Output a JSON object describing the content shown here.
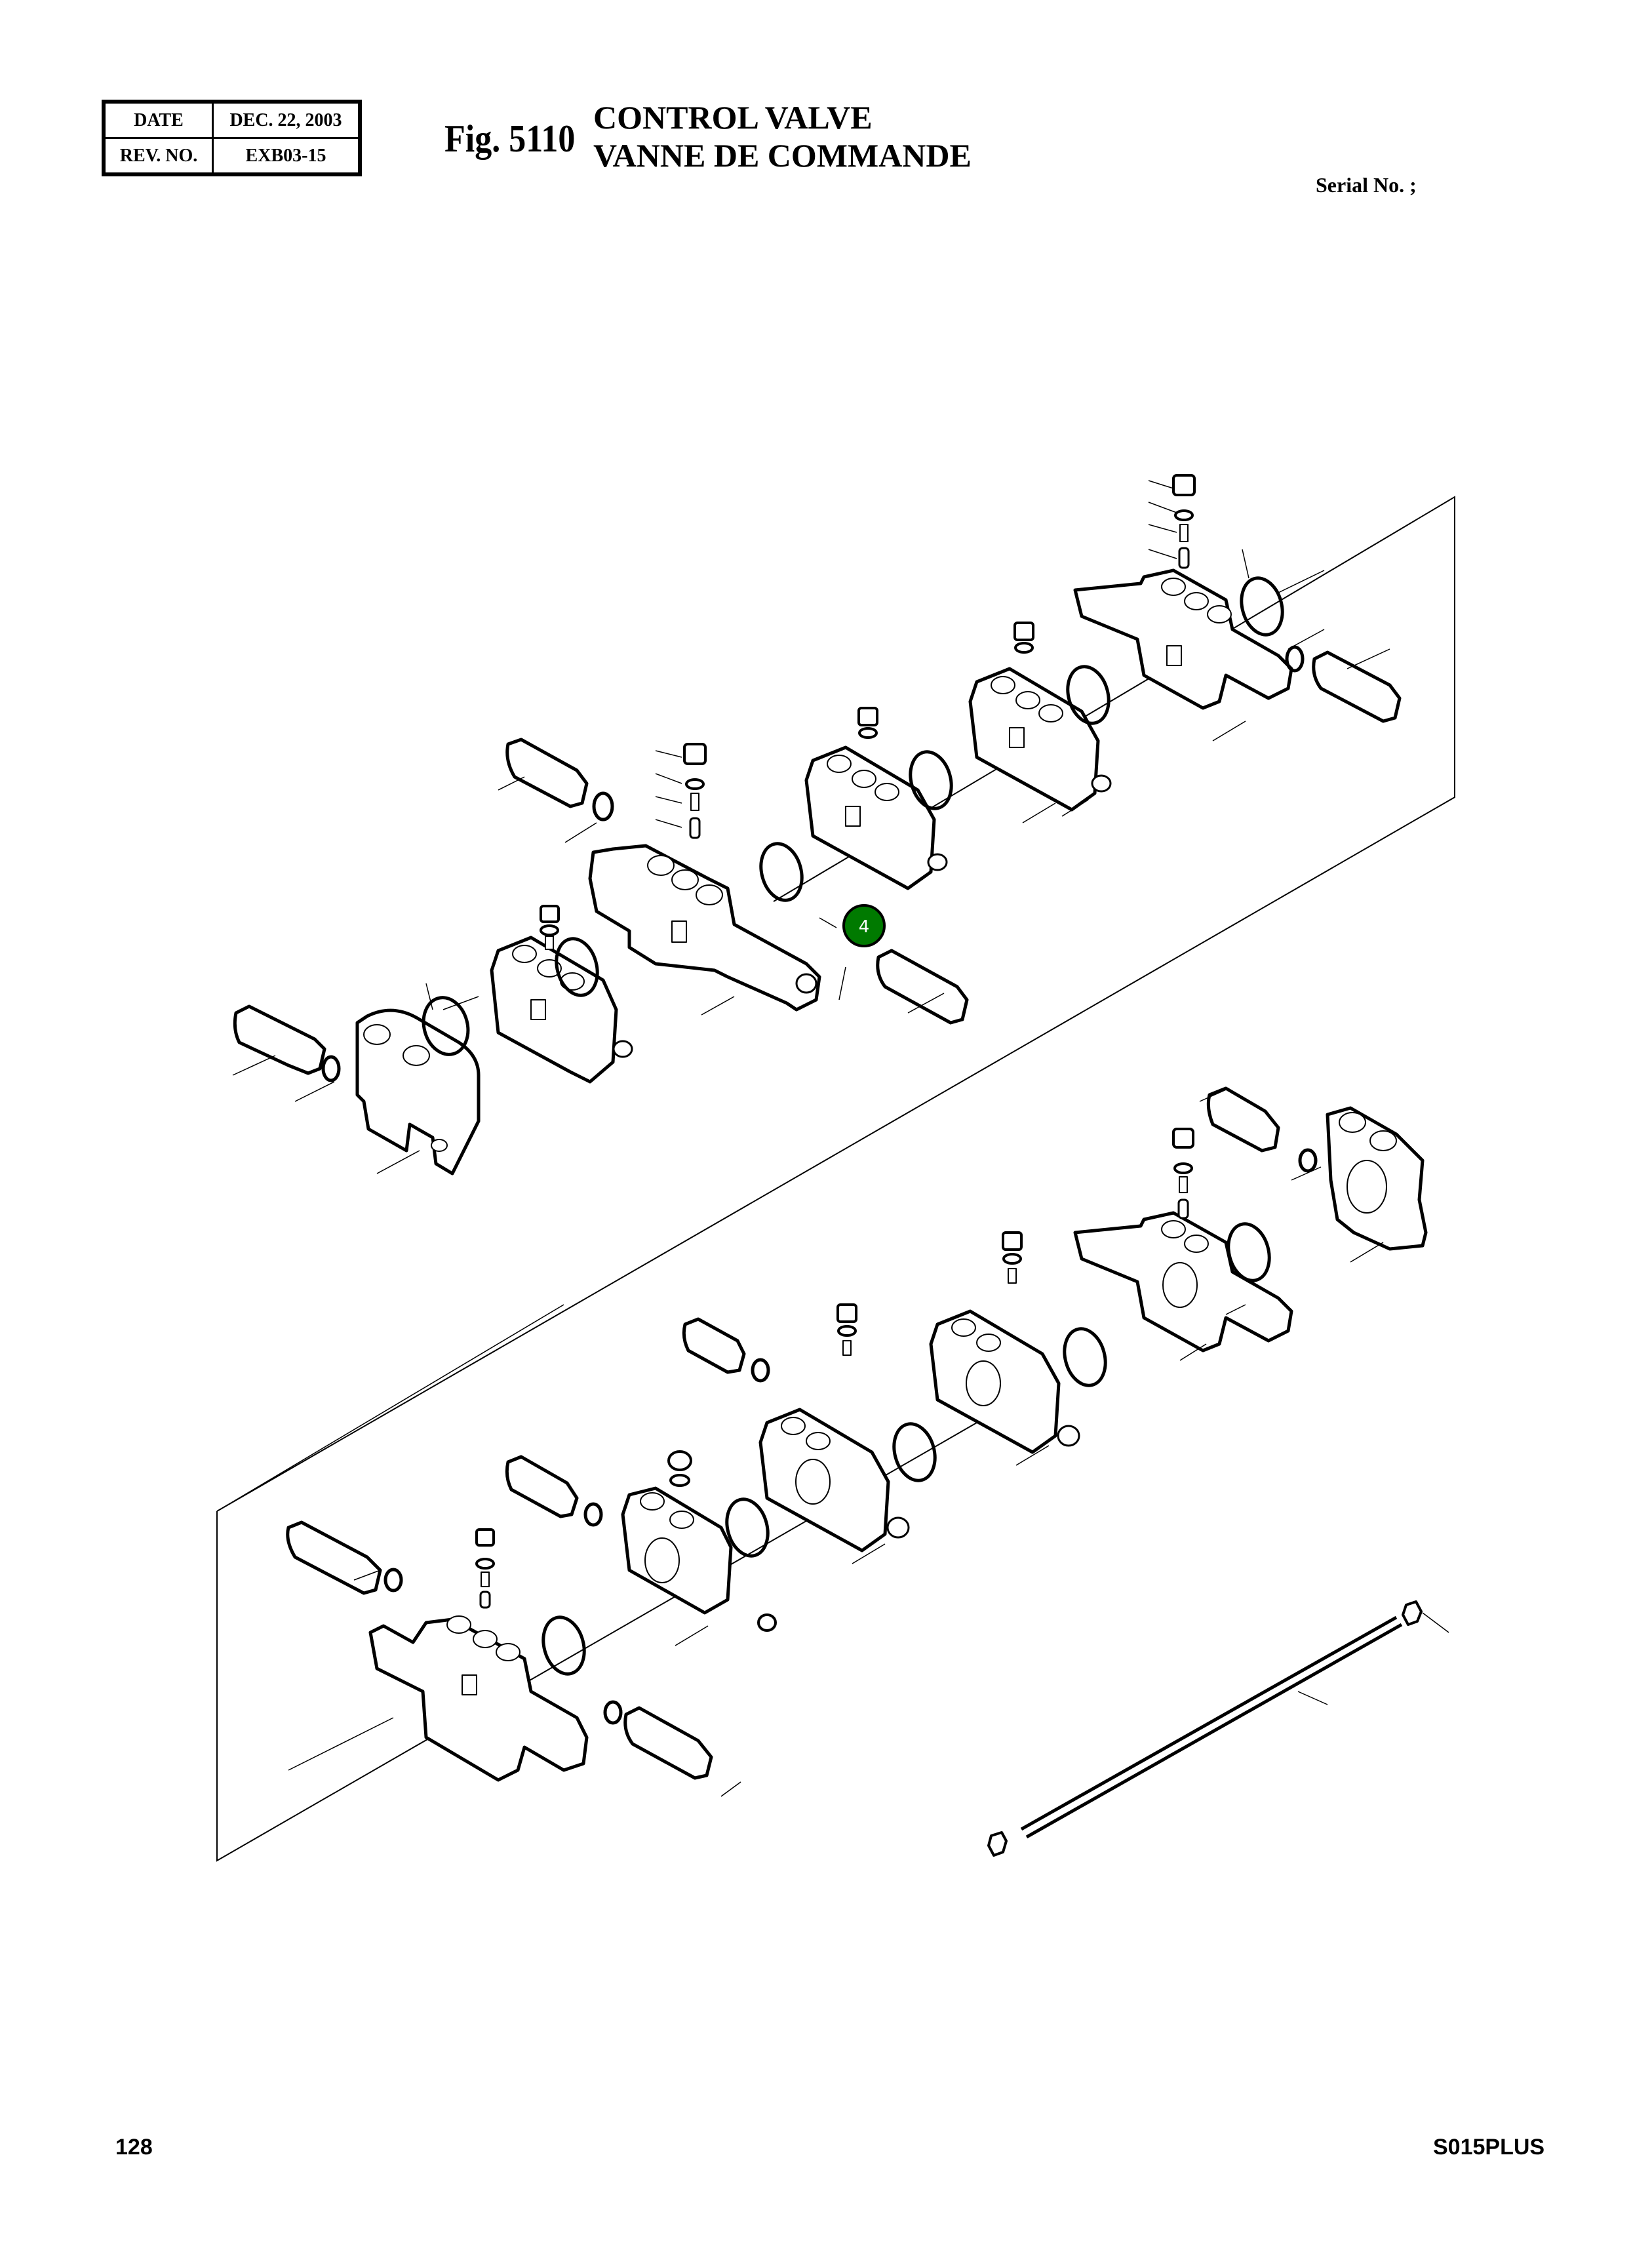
{
  "header": {
    "date_label": "DATE",
    "date_value": "DEC.  22, 2003",
    "rev_label": "REV. NO.",
    "rev_value": "EXB03-15",
    "fig_number": "Fig. 5110",
    "title_en": "CONTROL VALVE",
    "title_fr": "VANNE DE COMMANDE",
    "serial_label": "Serial No. ;"
  },
  "diagram": {
    "description": "Exploded isometric view of sectional control valve assembly (inlet section, spool sections, end cover, relief valves, O-rings, plugs, springs, poppets, tie rod with nuts)",
    "highlight_marker": {
      "label": "4",
      "color": "#007a00"
    }
  },
  "footer": {
    "page_number": "128",
    "model": "S015PLUS"
  }
}
